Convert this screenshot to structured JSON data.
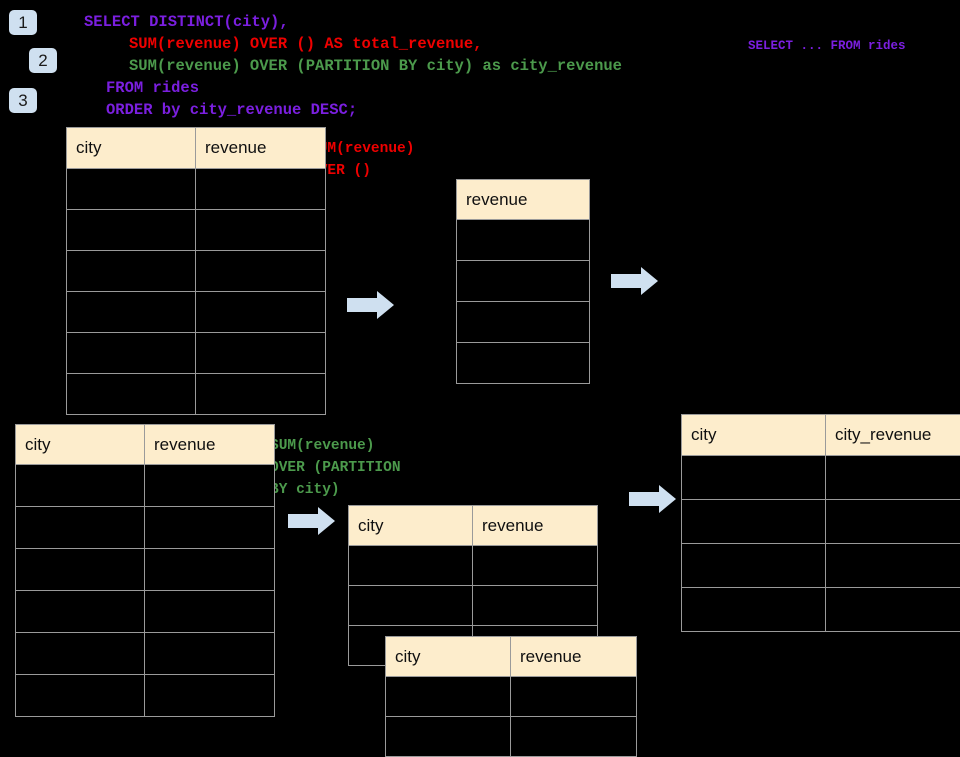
{
  "colors": {
    "background": "#000000",
    "header_fill": "#fdedcc",
    "cell_border": "#9a9a9a",
    "arrow_fill": "#cfe0f0",
    "badge_fill": "#cfe0f0",
    "purple": "#7b1fe0",
    "red": "#ee0000",
    "green": "#4c9a4c"
  },
  "badges": [
    {
      "label": "1"
    },
    {
      "label": "2"
    },
    {
      "label": "3"
    }
  ],
  "sql": {
    "line1": "SELECT DISTINCT(city),",
    "line2": "SUM(revenue) OVER () AS total_revenue,",
    "line3": "SUM(revenue) OVER (PARTITION BY city) as city_revenue",
    "line4": "FROM rides",
    "line5": "ORDER by city_revenue DESC;"
  },
  "sidenote": {
    "text": "SELECT ... FROM rides"
  },
  "annotations": {
    "total_revenue": "SUM(revenue)\nOVER ()",
    "city_revenue": "SUM(revenue)\nOVER (PARTITION\nBY city)"
  },
  "tables": {
    "source_top": {
      "headers": [
        "city",
        "revenue"
      ],
      "row_count": 6
    },
    "total_revenue": {
      "headers": [
        "revenue"
      ],
      "row_count": 4
    },
    "source_bottom": {
      "headers": [
        "city",
        "revenue"
      ],
      "row_count": 6
    },
    "partition_back": {
      "headers": [
        "city",
        "revenue"
      ],
      "row_count": 3
    },
    "partition_front": {
      "headers": [
        "city",
        "revenue"
      ],
      "row_count": 2
    },
    "result": {
      "headers": [
        "city",
        "city_revenue"
      ],
      "row_count": 4
    }
  },
  "arrows": [
    {
      "name": "arrow-source-to-total"
    },
    {
      "name": "arrow-total-to-result"
    },
    {
      "name": "arrow-source-to-partition"
    },
    {
      "name": "arrow-partition-to-result"
    }
  ]
}
